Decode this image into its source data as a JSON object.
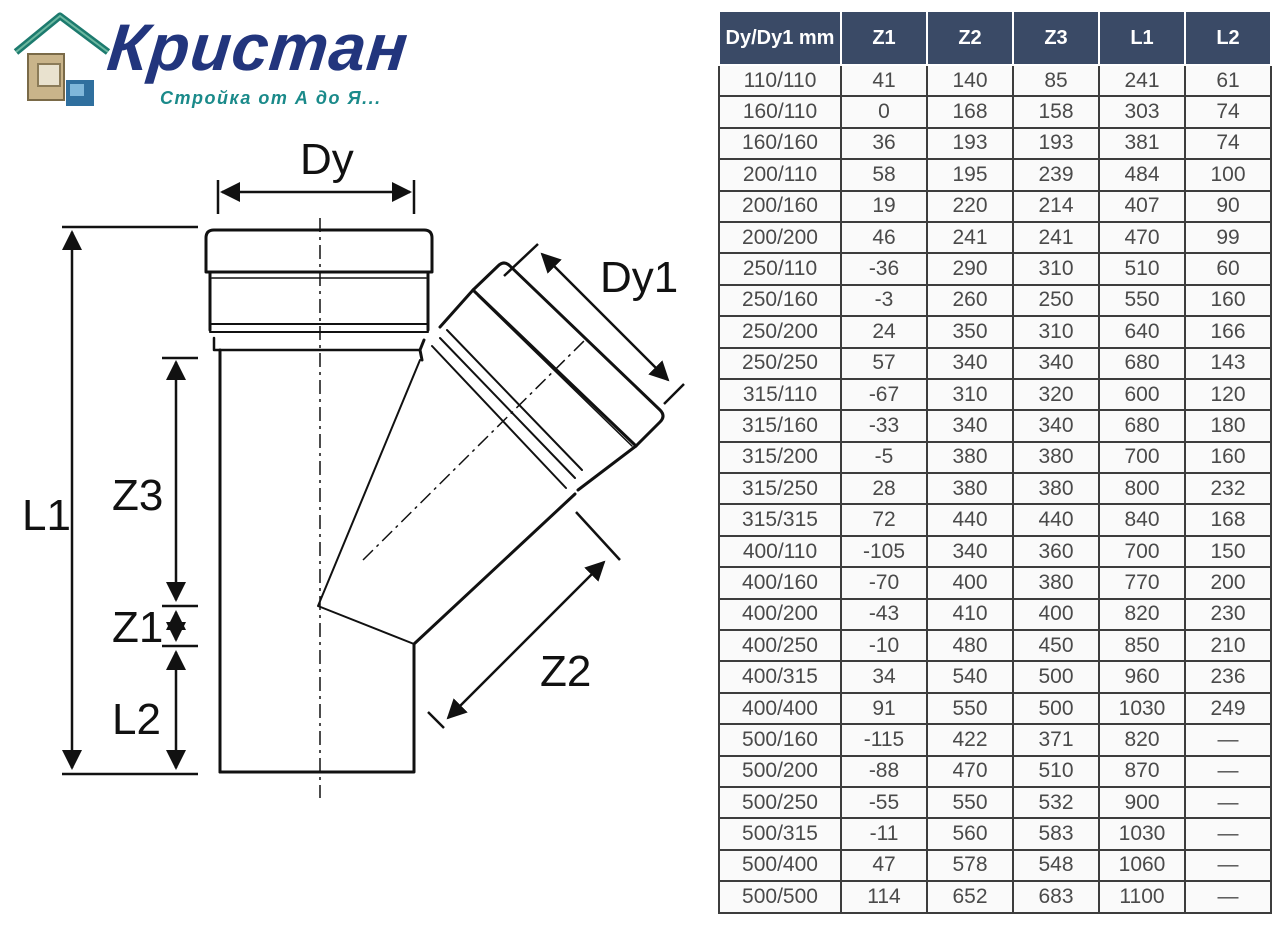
{
  "logo": {
    "brand": "Кристан",
    "slogan": "Стройка от А до Я..."
  },
  "drawing": {
    "labels": {
      "dy": "Dy",
      "dy1": "Dy1",
      "l1": "L1",
      "l2": "L2",
      "z1": "Z1",
      "z2": "Z2",
      "z3": "Z3"
    }
  },
  "table": {
    "headers": [
      "Dy/Dy1 mm",
      "Z1",
      "Z2",
      "Z3",
      "L1",
      "L2"
    ],
    "rows": [
      [
        "110/110",
        "41",
        "140",
        "85",
        "241",
        "61"
      ],
      [
        "160/110",
        "0",
        "168",
        "158",
        "303",
        "74"
      ],
      [
        "160/160",
        "36",
        "193",
        "193",
        "381",
        "74"
      ],
      [
        "200/110",
        "58",
        "195",
        "239",
        "484",
        "100"
      ],
      [
        "200/160",
        "19",
        "220",
        "214",
        "407",
        "90"
      ],
      [
        "200/200",
        "46",
        "241",
        "241",
        "470",
        "99"
      ],
      [
        "250/110",
        "-36",
        "290",
        "310",
        "510",
        "60"
      ],
      [
        "250/160",
        "-3",
        "260",
        "250",
        "550",
        "160"
      ],
      [
        "250/200",
        "24",
        "350",
        "310",
        "640",
        "166"
      ],
      [
        "250/250",
        "57",
        "340",
        "340",
        "680",
        "143"
      ],
      [
        "315/110",
        "-67",
        "310",
        "320",
        "600",
        "120"
      ],
      [
        "315/160",
        "-33",
        "340",
        "340",
        "680",
        "180"
      ],
      [
        "315/200",
        "-5",
        "380",
        "380",
        "700",
        "160"
      ],
      [
        "315/250",
        "28",
        "380",
        "380",
        "800",
        "232"
      ],
      [
        "315/315",
        "72",
        "440",
        "440",
        "840",
        "168"
      ],
      [
        "400/110",
        "-105",
        "340",
        "360",
        "700",
        "150"
      ],
      [
        "400/160",
        "-70",
        "400",
        "380",
        "770",
        "200"
      ],
      [
        "400/200",
        "-43",
        "410",
        "400",
        "820",
        "230"
      ],
      [
        "400/250",
        "-10",
        "480",
        "450",
        "850",
        "210"
      ],
      [
        "400/315",
        "34",
        "540",
        "500",
        "960",
        "236"
      ],
      [
        "400/400",
        "91",
        "550",
        "500",
        "1030",
        "249"
      ],
      [
        "500/160",
        "-115",
        "422",
        "371",
        "820",
        "—"
      ],
      [
        "500/200",
        "-88",
        "470",
        "510",
        "870",
        "—"
      ],
      [
        "500/250",
        "-55",
        "550",
        "532",
        "900",
        "—"
      ],
      [
        "500/315",
        "-11",
        "560",
        "583",
        "1030",
        "—"
      ],
      [
        "500/400",
        "47",
        "578",
        "548",
        "1060",
        "—"
      ],
      [
        "500/500",
        "114",
        "652",
        "683",
        "1100",
        "—"
      ]
    ]
  },
  "colors": {
    "brand_blue": "#22357d",
    "slogan_teal": "#1a8a8a",
    "header_bg": "#3a4a66"
  }
}
